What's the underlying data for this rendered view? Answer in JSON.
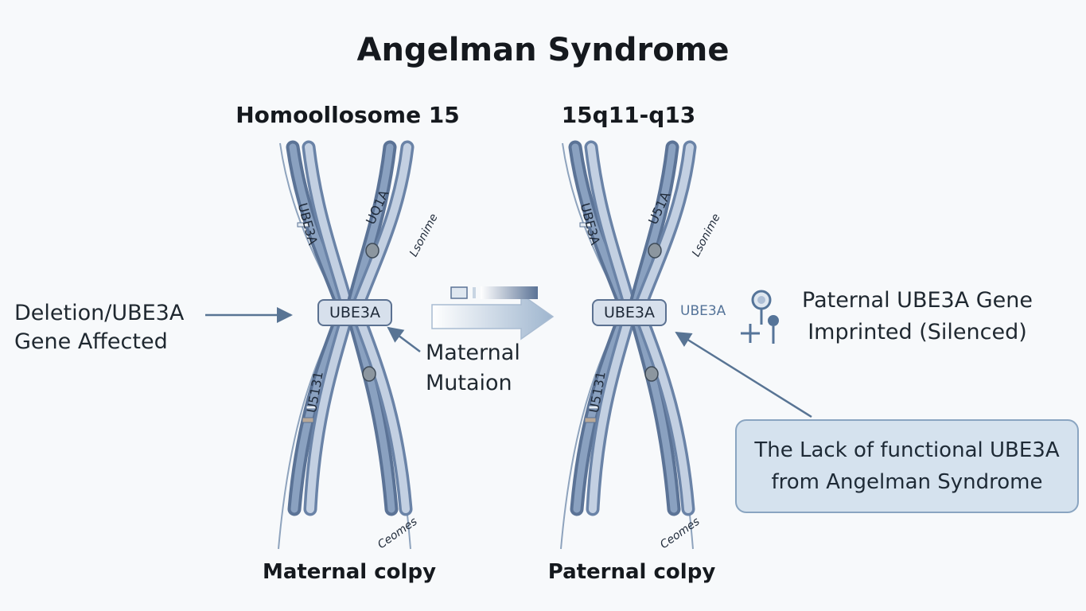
{
  "title": "Angelman Syndrome",
  "headers": {
    "left": "Homoollosome 15",
    "right": "15q11-q13"
  },
  "footers": {
    "left": "Maternal colpy",
    "right": "Paternal colpy"
  },
  "left_annotation": {
    "line1": "Deletion/UBE3A",
    "line2": "Gene Affected"
  },
  "maternal_mutation": {
    "line1": "Maternal",
    "line2": "Mutaion"
  },
  "imprint_note": {
    "line1": "Paternal UBE3A Gene",
    "line2": "Imprinted (Silenced)"
  },
  "explanation": {
    "line1": "The Lack of functional UBE3A",
    "line2": "from Angelman Syndrome"
  },
  "centromere_label": "UBE3A",
  "side_gene_label": "UBE3A",
  "band_labels": {
    "upper_left_gene": "UBE3A",
    "upper_right_gene": "UQ1A",
    "upper_right_gene_paternal": "U51A",
    "upper_right_italic": "Lsonime",
    "lower_left_gene": "U5131",
    "lower_italic": "Ceomes"
  },
  "colors": {
    "chromatid_dark": "#5b7396",
    "chromatid_light": "#aebfd6",
    "arrow": "#587494",
    "box_fill": "#d7e0ec"
  }
}
